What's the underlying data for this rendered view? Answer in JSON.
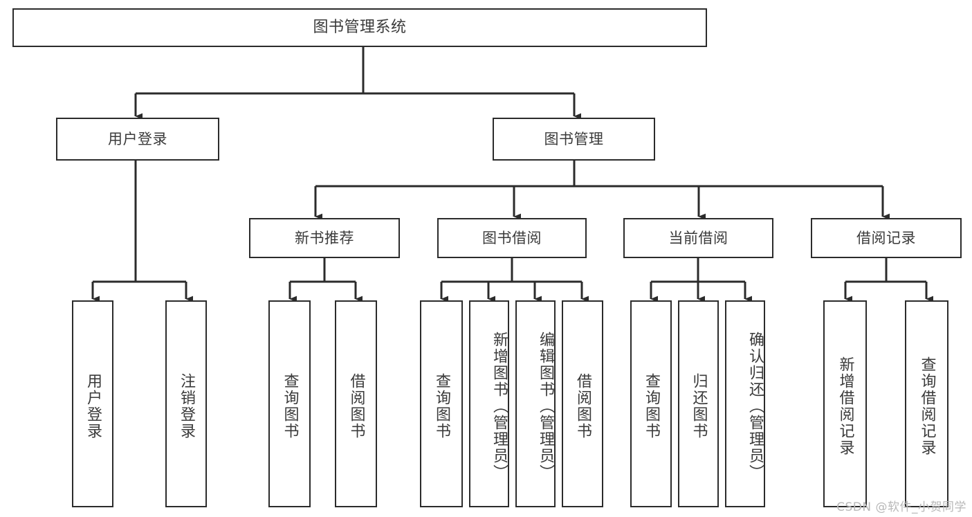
{
  "diagram": {
    "title": "图书管理系统",
    "type": "功能结构图",
    "watermark": "CSDN @软件_小贺同学",
    "colors": {
      "border": "#2b2b2b",
      "text": "#3a3a3a",
      "background": "#ffffff",
      "connector": "#2b2b2b",
      "watermark": "#b8b8b8"
    },
    "levels": {
      "root": {
        "label": "图书管理系统"
      },
      "level2": [
        {
          "label": "用户登录"
        },
        {
          "label": "图书管理"
        }
      ],
      "level3": [
        {
          "label": "新书推荐"
        },
        {
          "label": "图书借阅"
        },
        {
          "label": "当前借阅"
        },
        {
          "label": "借阅记录"
        }
      ],
      "leaves": [
        {
          "label": "用户登录",
          "parent": "用户登录"
        },
        {
          "label": "注销登录",
          "parent": "用户登录"
        },
        {
          "label": "查询图书",
          "parent": "新书推荐"
        },
        {
          "label": "借阅图书",
          "parent": "新书推荐"
        },
        {
          "label": "查询图书",
          "parent": "图书借阅"
        },
        {
          "label": "新增图书（管理员）",
          "parent": "图书借阅"
        },
        {
          "label": "编辑图书（管理员）",
          "parent": "图书借阅"
        },
        {
          "label": "借阅图书",
          "parent": "图书借阅"
        },
        {
          "label": "查询图书",
          "parent": "当前借阅"
        },
        {
          "label": "归还图书",
          "parent": "当前借阅"
        },
        {
          "label": "确认归还（管理员）",
          "parent": "当前借阅"
        },
        {
          "label": "新增借阅记录",
          "parent": "借阅记录"
        },
        {
          "label": "查询借阅记录",
          "parent": "借阅记录"
        }
      ]
    }
  }
}
